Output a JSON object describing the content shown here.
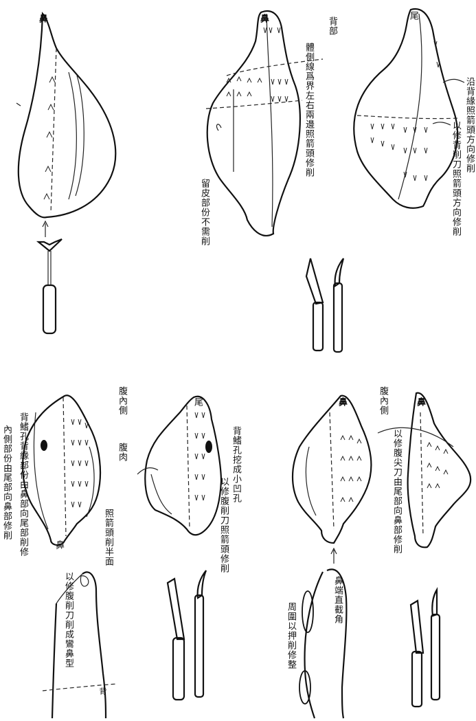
{
  "labels": {
    "fig1_nose": "鼻",
    "fig2_nose": "鼻",
    "fig2_back": "背部",
    "fig2_note_lateral": "體側線爲界左右兩邊照箭頭修削",
    "fig2_note_skin": "留皮部份不需削",
    "fig3_tail": "尾",
    "fig3_note_edge": "沿背緣照箭頭方向修削",
    "fig3_note_knife": "以修背削刀照箭頭方向修削",
    "fig4_belly_inner": "腹內側",
    "fig4_note_inner": "內側部份由尾部向鼻部修削",
    "fig4_note_fin": "背鰭孔背緣部份由鼻部向尾部削修",
    "fig4_belly_meat": "腹肉",
    "fig4_note_half": "照箭頭削半面",
    "fig4_nose": "鼻",
    "fig5_tail": "尾",
    "fig5_note_hole": "背鰭孔挖成小凹孔",
    "fig5_note_knife": "以修腹削刀照箭頭修削",
    "fig6_belly_inner": "腹內側",
    "fig6_nose": "鼻",
    "fig6_note_knife": "以修腹尖刀由尾部向鼻部修削",
    "fig7_nose": "鼻",
    "fig8_note_shape": "以修腹削刀削成鸞鼻型",
    "fig8_back": "背",
    "fig9_note_cut": "鼻端直截角",
    "fig9_note_press": "周圍以押削修整"
  }
}
